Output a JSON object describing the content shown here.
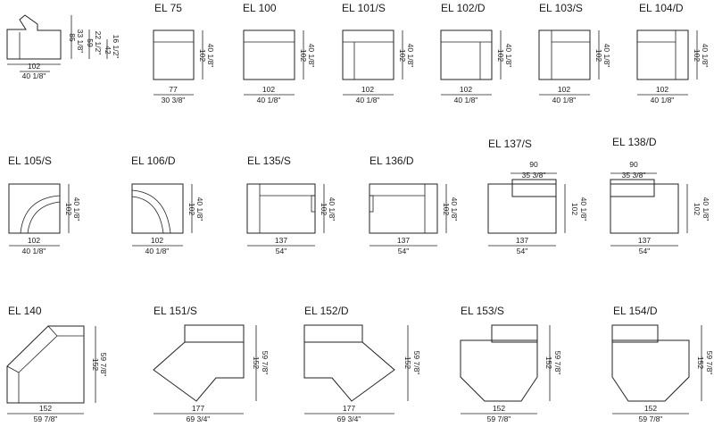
{
  "profile": {
    "width_cm": "102",
    "width_in": "40 1/8\"",
    "heights": [
      "85",
      "33 1/8\"",
      "59",
      "22 1/2\"",
      "42",
      "16 1/2\""
    ]
  },
  "items": [
    {
      "code": "EL 75",
      "w_cm": "77",
      "w_in": "30 3/8\"",
      "d_cm": "102",
      "d_in": "40 1/8\""
    },
    {
      "code": "EL 100",
      "w_cm": "102",
      "w_in": "40 1/8\"",
      "d_cm": "102",
      "d_in": "40 1/8\""
    },
    {
      "code": "EL 101/S",
      "w_cm": "102",
      "w_in": "40 1/8\"",
      "d_cm": "102",
      "d_in": "40 1/8\""
    },
    {
      "code": "EL 102/D",
      "w_cm": "102",
      "w_in": "40 1/8\"",
      "d_cm": "102",
      "d_in": "40 1/8\""
    },
    {
      "code": "EL 103/S",
      "w_cm": "102",
      "w_in": "40 1/8\"",
      "d_cm": "102",
      "d_in": "40 1/8\""
    },
    {
      "code": "EL 104/D",
      "w_cm": "102",
      "w_in": "40 1/8\"",
      "d_cm": "102",
      "d_in": "40 1/8\""
    },
    {
      "code": "EL 105/S",
      "w_cm": "102",
      "w_in": "40 1/8\"",
      "d_cm": "102",
      "d_in": "40 1/8\""
    },
    {
      "code": "EL 106/D",
      "w_cm": "102",
      "w_in": "40 1/8\"",
      "d_cm": "102",
      "d_in": "40 1/8\""
    },
    {
      "code": "EL 135/S",
      "w_cm": "137",
      "w_in": "54\"",
      "d_cm": "102",
      "d_in": "40 1/8\""
    },
    {
      "code": "EL 136/D",
      "w_cm": "137",
      "w_in": "54\"",
      "d_cm": "102",
      "d_in": "40 1/8\""
    },
    {
      "code": "EL 137/S",
      "w_cm": "137",
      "w_in": "54\"",
      "d_cm": "102",
      "d_in": "40 1/8\"",
      "top_cm": "90",
      "top_in": "35 3/8\""
    },
    {
      "code": "EL 138/D",
      "w_cm": "137",
      "w_in": "54\"",
      "d_cm": "102",
      "d_in": "40 1/8\"",
      "top_cm": "90",
      "top_in": "35 3/8\""
    },
    {
      "code": "EL 140",
      "w_cm": "152",
      "w_in": "59 7/8\"",
      "d_cm": "152",
      "d_in": "59 7/8\""
    },
    {
      "code": "EL 151/S",
      "w_cm": "177",
      "w_in": "69 3/4\"",
      "d_cm": "152",
      "d_in": "59 7/8\""
    },
    {
      "code": "EL 152/D",
      "w_cm": "177",
      "w_in": "69 3/4\"",
      "d_cm": "152",
      "d_in": "59 7/8\""
    },
    {
      "code": "EL 153/S",
      "w_cm": "152",
      "w_in": "59 7/8\"",
      "d_cm": "152",
      "d_in": "59 7/8\""
    },
    {
      "code": "EL 154/D",
      "w_cm": "152",
      "w_in": "59 7/8\"",
      "d_cm": "152",
      "d_in": "59 7/8\""
    }
  ]
}
